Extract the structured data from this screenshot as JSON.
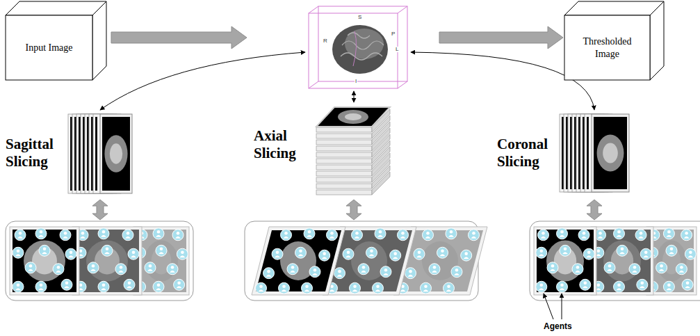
{
  "diagram": {
    "nodes": [
      {
        "text": [
          "Input Image"
        ]
      },
      {
        "text": [
          "S",
          "R",
          "P",
          "L",
          "I"
        ]
      },
      {
        "text": [
          "Thresholded Image"
        ]
      },
      {
        "text": [
          "Sagittal Slicing"
        ]
      },
      {
        "text": [
          "Axial Slicing"
        ]
      },
      {
        "text": [
          "Coronal Slicing"
        ]
      }
    ],
    "edges": [
      {
        "from": 0,
        "to": 1,
        "arrow": "to"
      },
      {
        "from": 1,
        "to": 2,
        "arrow": "to"
      },
      {
        "from": 1,
        "to": 3,
        "arrow": "both"
      },
      {
        "from": 1,
        "to": 4,
        "arrow": "both"
      },
      {
        "from": 1,
        "to": 5,
        "arrow": "both"
      }
    ],
    "labels": [
      "Agents"
    ]
  }
}
